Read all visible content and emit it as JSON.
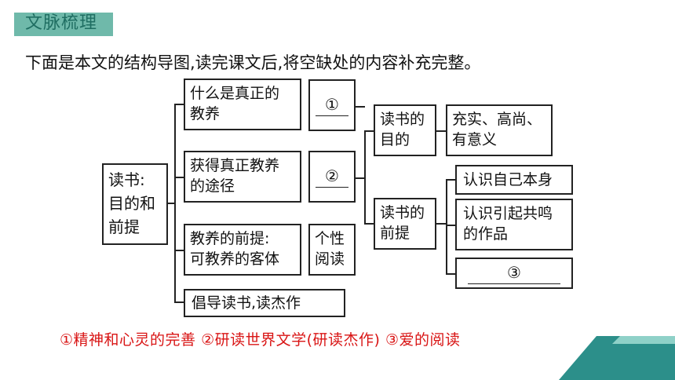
{
  "section_title": "文脉梳理",
  "instruction": "下面是本文的结构导图,读完课文后,将空缺处的内容补充完整。",
  "root": "读书:\n目的和\n前提",
  "branches": [
    {
      "label": "什么是真正的\n教养",
      "blank": "①"
    },
    {
      "label": "获得真正教养\n的途径",
      "blank": "②"
    },
    {
      "label": "教养的前提:\n可教养的客体",
      "value": "个性\n阅读"
    },
    {
      "label": "倡导读书,读杰作"
    }
  ],
  "purpose": {
    "label": "读书的\n目的",
    "value": "充实、高尚、\n有意义"
  },
  "premise": {
    "label": "读书的\n前提",
    "items": [
      "认识自己本身",
      "认识引起共鸣\n的作品"
    ],
    "blank": "③"
  },
  "answers": "①精神和心灵的完善 ②研读世界文学(研读杰作) ③爱的阅读",
  "colors": {
    "accent": "#6fb9aa",
    "answer": "#d91414",
    "corner": "#2c8f8a"
  }
}
